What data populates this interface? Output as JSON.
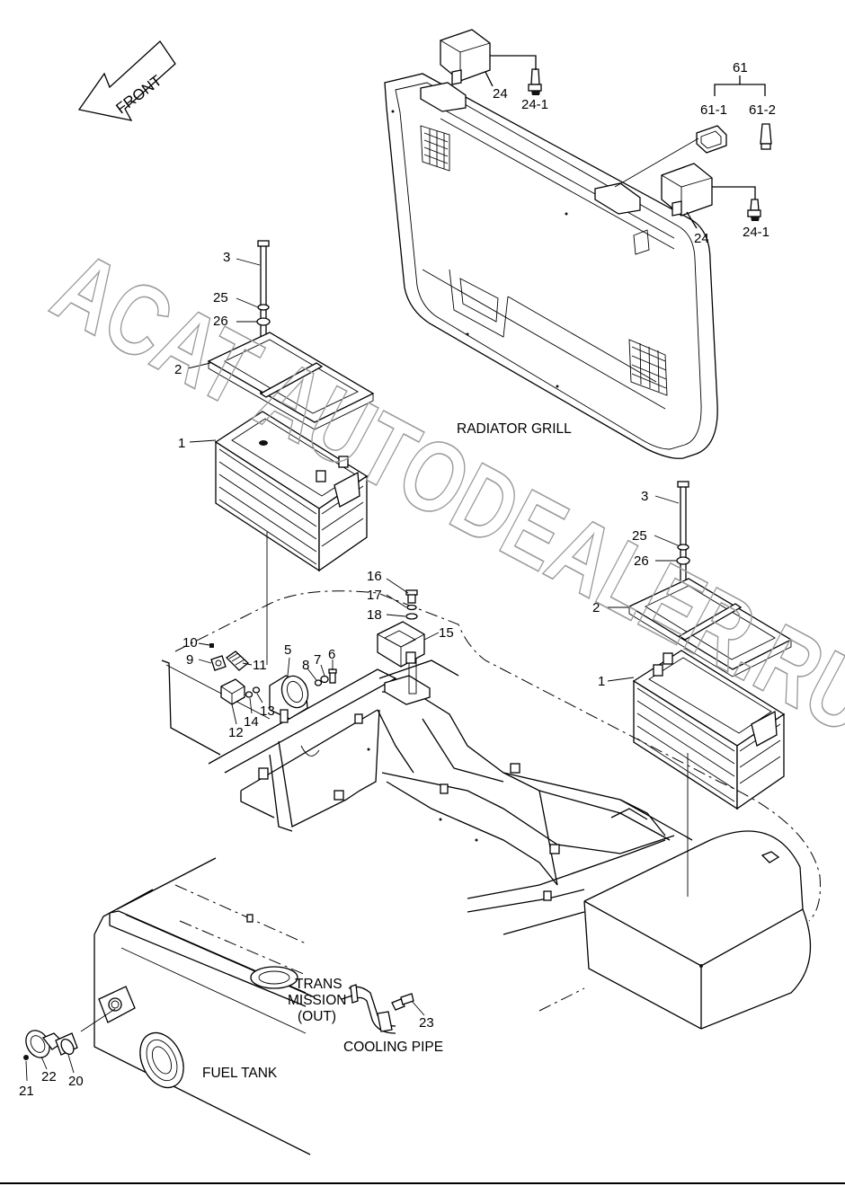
{
  "watermark": "ACAT AUTODEALER.RU",
  "front_arrow_label": "FRONT",
  "captions": {
    "radiator_grill": "RADIATOR GRILL",
    "fuel_tank": "FUEL TANK",
    "cooling_pipe": "COOLING PIPE",
    "trans_line1": "TRANS",
    "trans_line2": "MISSION",
    "trans_line3": "(OUT)"
  },
  "callouts": {
    "c24a": "24",
    "c24_1a": "24-1",
    "c61": "61",
    "c61_1": "61-1",
    "c61_2": "61-2",
    "c24b": "24",
    "c24_1b": "24-1",
    "c3a": "3",
    "c25a": "25",
    "c26a": "26",
    "c2a": "2",
    "c1a": "1",
    "c3b": "3",
    "c25b": "25",
    "c26b": "26",
    "c2b": "2",
    "c1b": "1",
    "c16": "16",
    "c17": "17",
    "c18": "18",
    "c15": "15",
    "c10": "10",
    "c9": "9",
    "c11": "11",
    "c5": "5",
    "c8": "8",
    "c7": "7",
    "c6": "6",
    "c13": "13",
    "c14": "14",
    "c12": "12",
    "c23": "23",
    "c21": "21",
    "c22": "22",
    "c20": "20"
  }
}
